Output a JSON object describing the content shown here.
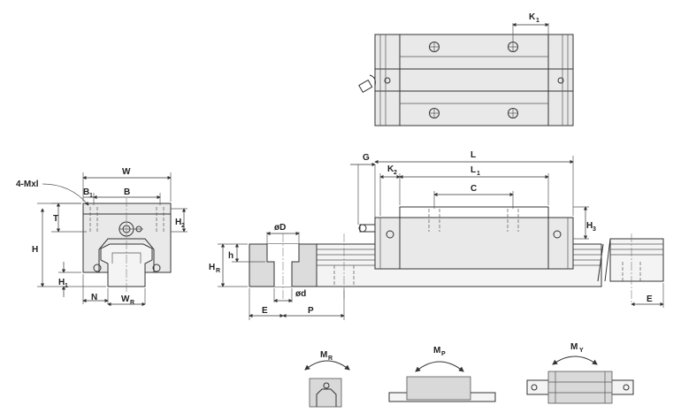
{
  "labels": {
    "k1": "K",
    "k1_sub": "1",
    "w": "W",
    "thread": "4-Mxl",
    "b1": "B",
    "b1_sub": "1",
    "b": "B",
    "t": "T",
    "h2": "H",
    "h2_sub": "2",
    "h": "H",
    "h1": "H",
    "h1_sub": "1",
    "n": "N",
    "wr": "W",
    "wr_sub": "R",
    "g": "G",
    "l": "L",
    "k2": "K",
    "k2_sub": "2",
    "l1": "L",
    "l1_sub": "1",
    "c": "C",
    "h3": "H",
    "h3_sub": "3",
    "od": "øD",
    "hr": "H",
    "hr_sub": "R",
    "hh": "h",
    "d": "ød",
    "e_left": "E",
    "p": "P",
    "e_right": "E",
    "mr": "M",
    "mr_sub": "R",
    "mp": "M",
    "mp_sub": "P",
    "my": "M",
    "my_sub": "Y"
  }
}
